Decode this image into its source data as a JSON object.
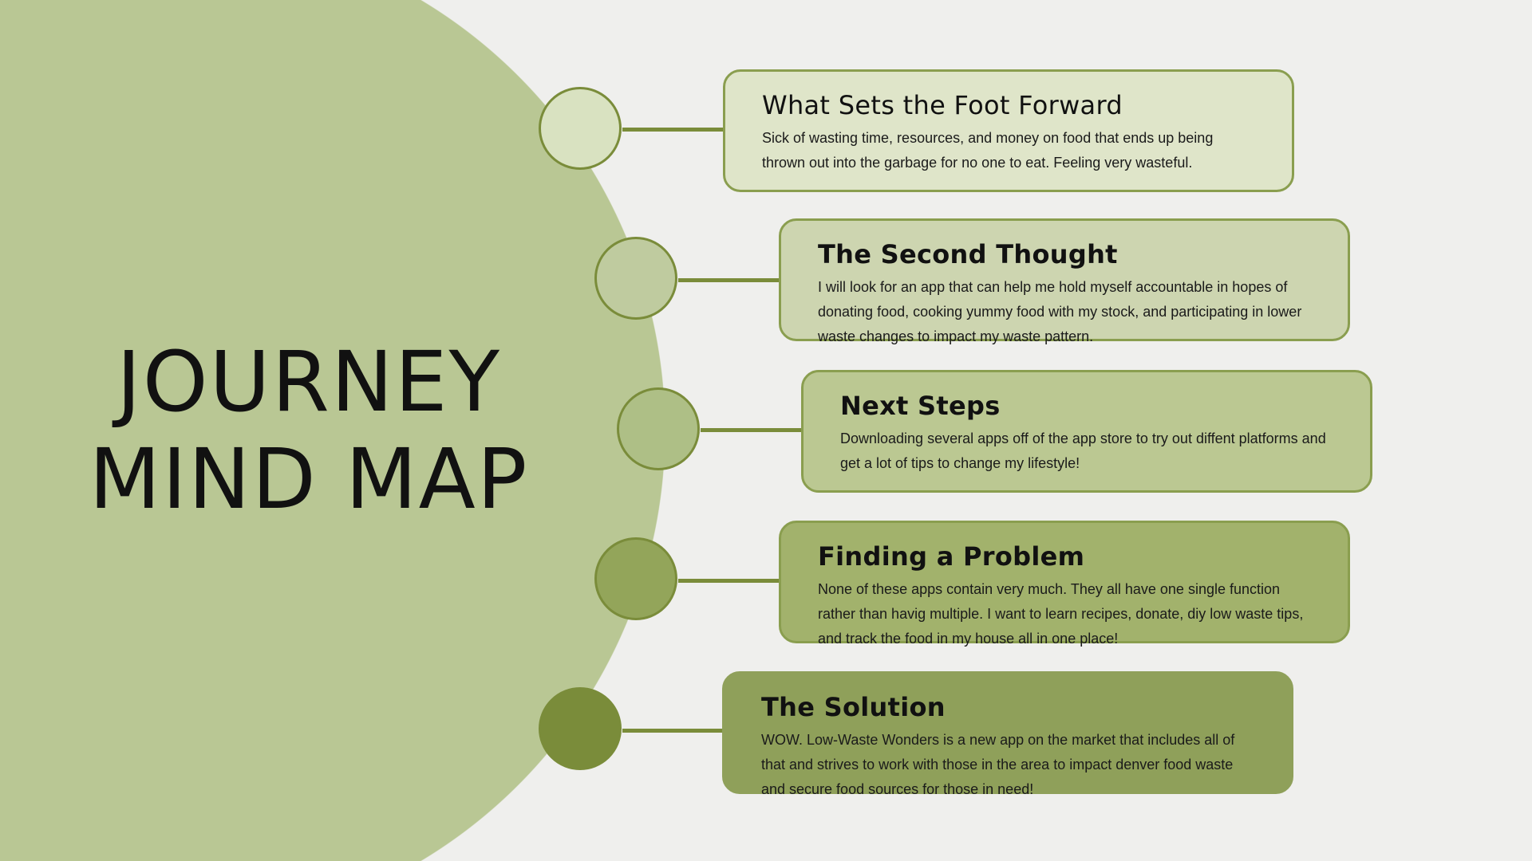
{
  "title": {
    "line1": "JOURNEY",
    "line2": "MIND MAP"
  },
  "colors": {
    "big_circle": "#b9c794",
    "accent": "#7a8c3a",
    "card_border": "#8a9e4f"
  },
  "steps": [
    {
      "heading": "What Sets the Foot Forward",
      "body": "Sick of wasting time, resources, and money on food that ends up being thrown out into the garbage for no one to eat. Feeling very wasteful.",
      "node_color": "#d9e2c1",
      "card_color": "#dfe5c9"
    },
    {
      "heading": "The Second Thought",
      "body": "I will look for an app that can help me hold myself accountable in hopes of donating food, cooking yummy  food with my stock, and participating in lower waste changes to impact my waste pattern.",
      "node_color": "#bfcb9f",
      "card_color": "#cdd5b0"
    },
    {
      "heading": "Next Steps",
      "body": "Downloading several apps off of the app store to try out diffent platforms and get a lot of tips to change my lifestyle!",
      "node_color": "#aebf86",
      "card_color": "#bbc892"
    },
    {
      "heading": "Finding a Problem",
      "body": "None of these apps contain very much. They all have one single function rather than havig multiple. I want to learn recipes, donate, diy low waste tips, and track the food in my house all in one place!",
      "node_color": "#93a55a",
      "card_color": "#a2b26c"
    },
    {
      "heading": "The Solution",
      "body": "WOW. Low-Waste Wonders is a new app on the market that includes all of that and strives to work with those in the area to impact denver food waste and secure food sources for those in need!",
      "node_color": "#7a8c3a",
      "card_color": "#8fa05a"
    }
  ]
}
